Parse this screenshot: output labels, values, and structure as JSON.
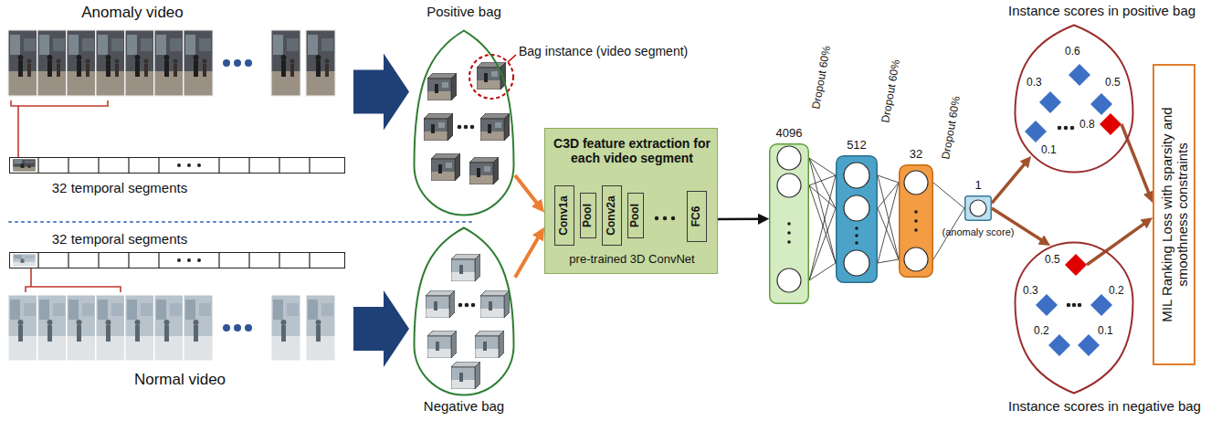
{
  "diagram": {
    "nodes": [
      {
        "text": [
          "Anomaly video"
        ]
      },
      {
        "text": [
          "32 temporal segments"
        ]
      },
      {
        "text": [
          "32 temporal segments"
        ]
      },
      {
        "text": [
          "Normal video"
        ]
      },
      {
        "text": [
          "Positive bag"
        ]
      },
      {
        "text": [
          "Negative bag"
        ]
      },
      {
        "text": [
          "C3D feature extraction for each video segment",
          "pre-trained 3D ConvNet"
        ]
      },
      {
        "text": [
          "Conv1a"
        ],
        "in": 6
      },
      {
        "text": [
          "Pool"
        ],
        "in": 6
      },
      {
        "text": [
          "Conv2a"
        ],
        "in": 6
      },
      {
        "text": [
          "Pool"
        ],
        "in": 6
      },
      {
        "text": [
          "FC6"
        ],
        "in": 6
      },
      {
        "text": [
          "4096"
        ]
      },
      {
        "text": [
          "512"
        ]
      },
      {
        "text": [
          "32"
        ]
      },
      {
        "text": [
          "1",
          "(anomaly score)"
        ]
      },
      {
        "text": [
          "Instance scores in positive bag",
          "0.6",
          "0.3",
          "0.5",
          "0.8",
          "0.1"
        ]
      },
      {
        "text": [
          "0.5",
          "0.3",
          "0.2",
          "0.2",
          "0.1",
          "Instance scores in negative bag"
        ]
      },
      {
        "text": [
          "MIL Ranking Loss with sparsity and smoothness constraints"
        ]
      }
    ],
    "edges": [
      {
        "from": 0,
        "to": 4,
        "arrow": "to"
      },
      {
        "from": 3,
        "to": 5,
        "arrow": "to"
      },
      {
        "from": 4,
        "to": 6,
        "arrow": "to"
      },
      {
        "from": 5,
        "to": 6,
        "arrow": "to"
      },
      {
        "from": 6,
        "to": 12,
        "arrow": "to"
      },
      {
        "from": 12,
        "to": 13,
        "arrow": "none"
      },
      {
        "from": 13,
        "to": 14,
        "arrow": "none"
      },
      {
        "from": 14,
        "to": 15,
        "arrow": "none"
      },
      {
        "from": 15,
        "to": 16,
        "arrow": "to"
      },
      {
        "from": 15,
        "to": 17,
        "arrow": "to"
      },
      {
        "from": 16,
        "to": 18,
        "arrow": "to"
      },
      {
        "from": 17,
        "to": 18,
        "arrow": "to"
      }
    ],
    "labels": [
      "Bag instance (video segment)",
      "Dropout 60%",
      "Dropout 60%",
      "Dropout 60%"
    ]
  }
}
